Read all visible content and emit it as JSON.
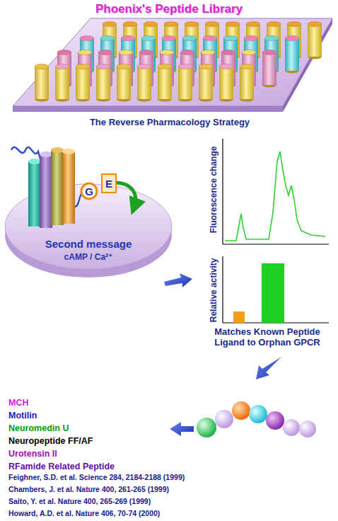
{
  "diagram": {
    "title": "Phoenix's Peptide Library",
    "nodes": [
      {
        "text": [
          "G"
        ]
      },
      {
        "text": [
          "E"
        ]
      }
    ],
    "labels": [
      "The Reverse Pharmacology Strategy",
      "Second message",
      "cAMP / Ca²⁺",
      "Fluorescence change",
      "Relative activity",
      "Matches Known Peptide Ligand to Orphan GPCR",
      "MCH",
      "Motilin",
      "Neuromedin U",
      "Neuropeptide FF/AF",
      "Urotensin II",
      "RFamide Related Peptide",
      "Feighner, S.D. et al. Science 284, 2184-2188 (1999)",
      "Chambers, J. et al. Nature 400, 261-265 (1999)",
      "Saito, Y. et al. Nature 400, 265-269 (1999)",
      "Howard, A.D. et al. Nature 406, 70-74 (2000)"
    ]
  }
}
